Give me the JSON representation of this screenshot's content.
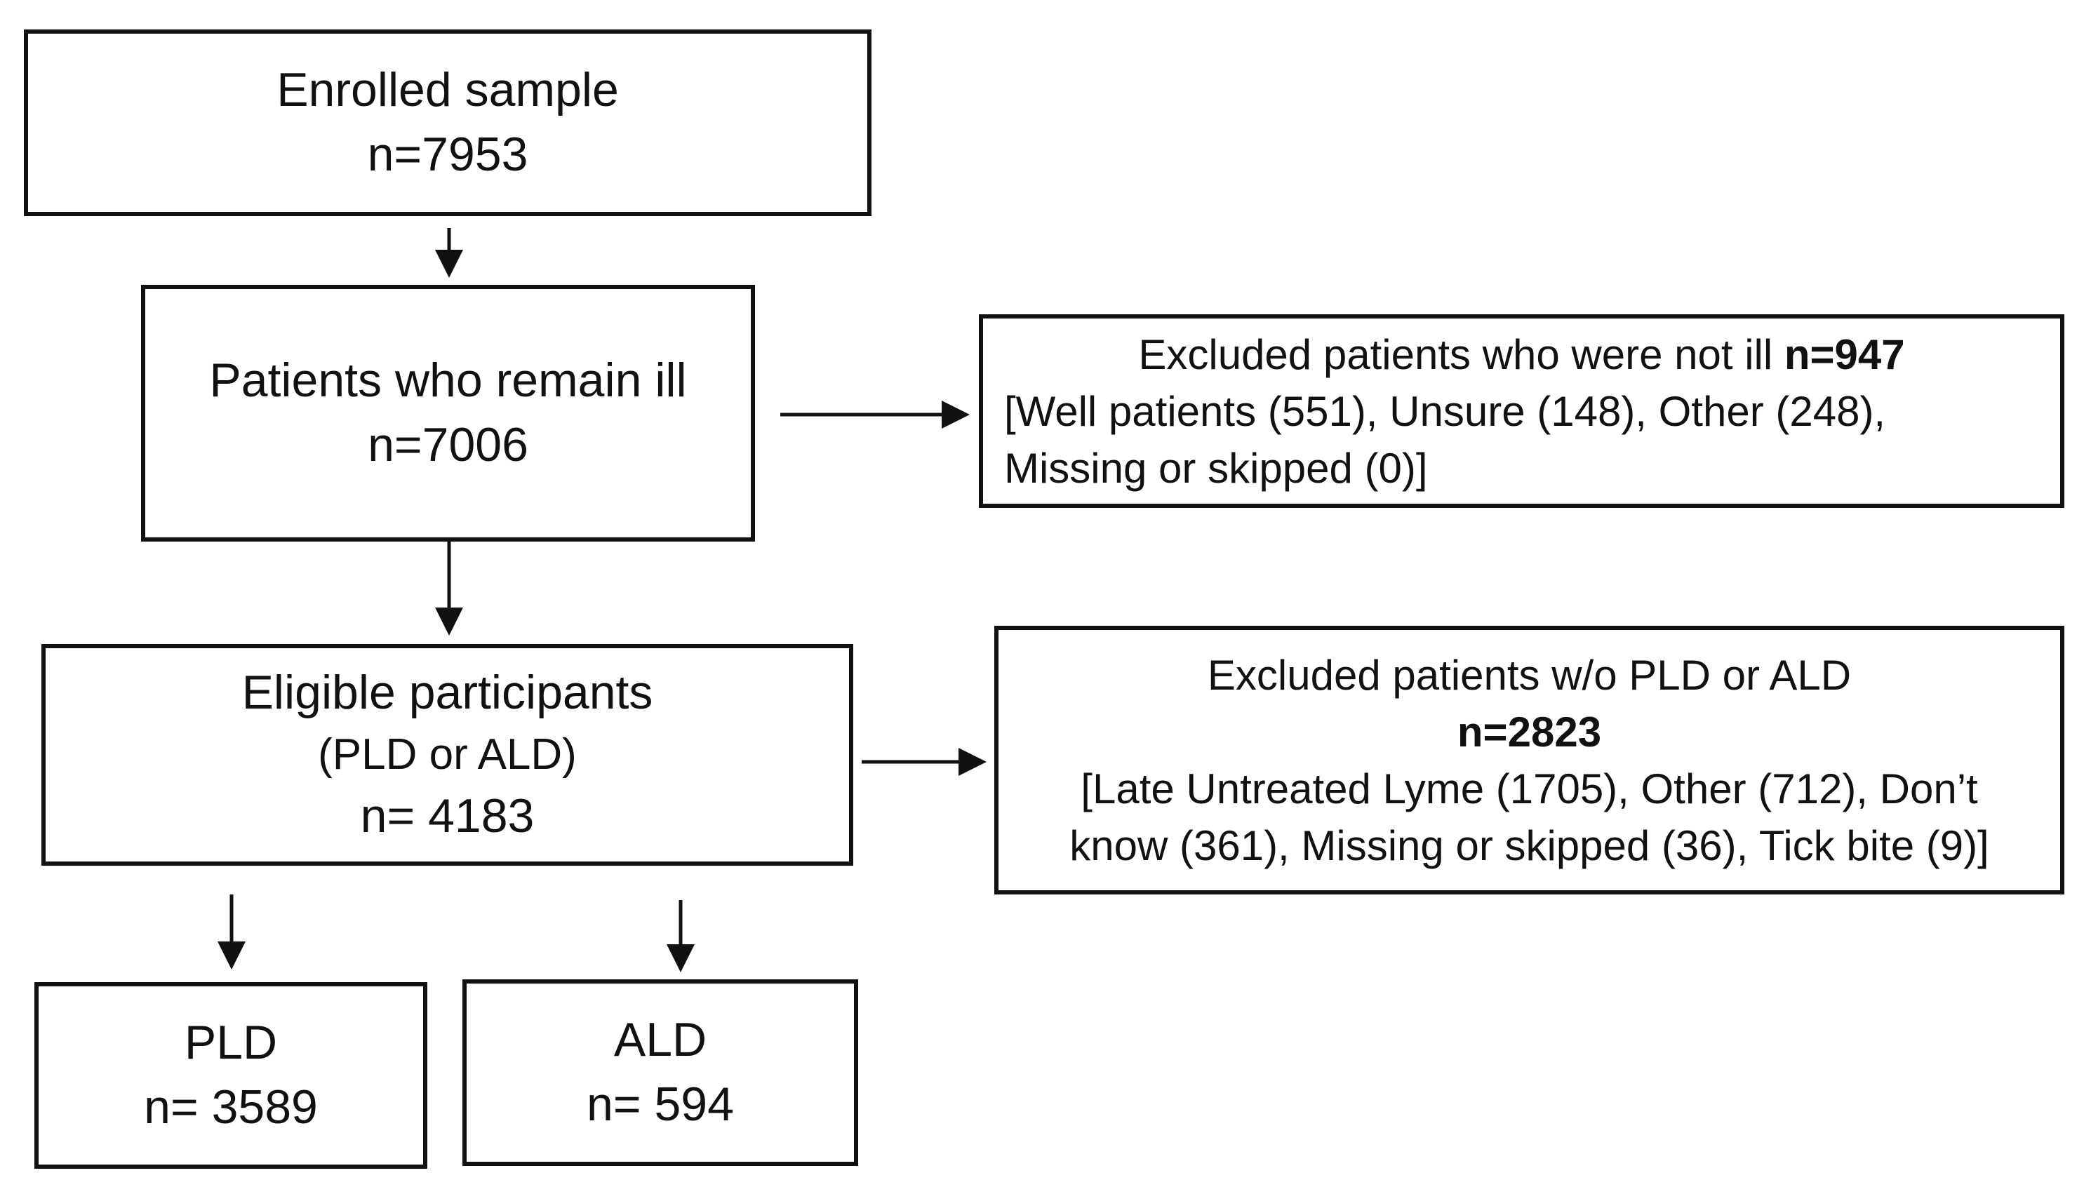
{
  "flowchart": {
    "enrolled": {
      "title": "Enrolled sample",
      "count": "n=7953"
    },
    "remain_ill": {
      "title": "Patients who remain ill",
      "count": "n=7006"
    },
    "eligible": {
      "title": "Eligible participants",
      "subtitle": "(PLD or ALD)",
      "count": "n= 4183"
    },
    "pld": {
      "title": "PLD",
      "count": "n= 3589"
    },
    "ald": {
      "title": "ALD",
      "count": "n= 594"
    },
    "excluded_not_ill": {
      "title": "Excluded patients who were not ill",
      "count": "n=947",
      "detail_line1": "[Well patients (551), Unsure (148), Other (248),",
      "detail_line2": "Missing or skipped (0)]"
    },
    "excluded_no_pld_ald": {
      "title": "Excluded patients w/o PLD or ALD",
      "count": "n=2823",
      "detail_line1": "[Late Untreated Lyme (1705), Other (712), Don’t",
      "detail_line2": "know (361), Missing or skipped  (36), Tick bite (9)]"
    }
  }
}
